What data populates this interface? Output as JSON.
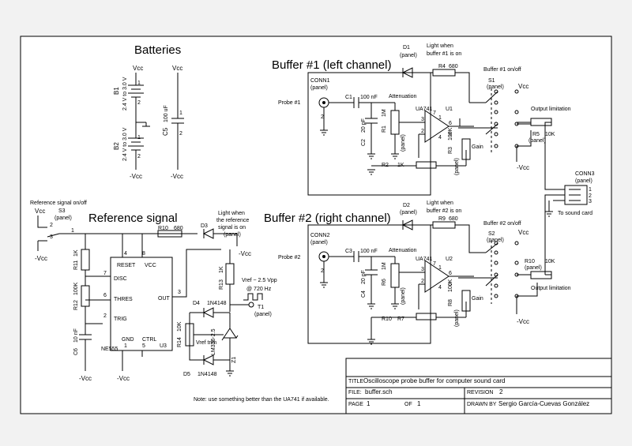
{
  "sections": {
    "batteries": "Batteries",
    "buffer1": "Buffer #1 (left channel)",
    "buffer2": "Buffer #2 (right channel)",
    "reference": "Reference signal"
  },
  "batteries": {
    "b1": "B1",
    "b1_value": "2.4 V to 3.0 V",
    "b2": "B2",
    "b2_value": "2.4 V to 3.0 V",
    "c5": "C5",
    "c5_value": "100 uF",
    "vcc": "Vcc",
    "nvcc": "-Vcc",
    "pin1": "1",
    "pin2": "2"
  },
  "buffer1": {
    "d1": "D1",
    "d1_panel": "(panel)",
    "light": "Light when",
    "light2": "buffer #1 is on",
    "r4": "R4",
    "r4_value": "680",
    "switch": "Buffer #1 on/off",
    "s1": "S1",
    "s1_panel": "(panel)",
    "conn": "CONN1",
    "conn_panel": "(panel)",
    "probe": "Probe #1",
    "c1": "C1",
    "c1_value": "100 nF",
    "attenuation": "Attenuation",
    "r1": "R1",
    "r1_value": "1M",
    "r1_panel": "(panel)",
    "c2": "C2",
    "c2_value": "20 pF",
    "opamp": "UA741",
    "u": "U1",
    "r2": "R2",
    "r2_value": "1K",
    "r3": "R3",
    "r3_value": "100K",
    "r3_panel": "(panel)",
    "gain": "Gain",
    "output_limit": "Output limitation",
    "r5": "R5",
    "r5_panel": "(panel)",
    "r5_value": "10K",
    "vcc": "Vcc",
    "nvcc": "-Vcc",
    "p1": "1",
    "p2": "2",
    "p3": "3",
    "p4": "4",
    "p5": "5",
    "p6": "6",
    "p7": "7"
  },
  "buffer2": {
    "d2": "D2",
    "d2_panel": "(panel)",
    "light": "Light when",
    "light2": "buffer #2 is on",
    "r9": "R9",
    "r9_value": "680",
    "switch": "Buffer #2 on/off",
    "s2": "S2",
    "s2_panel": "(panel)",
    "conn": "CONN2",
    "conn_panel": "(panel)",
    "probe": "Probe #2",
    "c3": "C3",
    "c3_value": "100 nF",
    "attenuation": "Attenuation",
    "r6": "R6",
    "r6_value": "1M",
    "r6_panel": "(panel)",
    "c4": "C4",
    "c4_value": "20 pF",
    "opamp": "UA741",
    "u": "U2",
    "r10": "R10",
    "r7": "R7",
    "r8": "R8",
    "r8_value": "100K",
    "r8_panel": "(panel)",
    "gain": "Gain",
    "output_limit": "Output limitation",
    "r10_panel": "R10",
    "r10_panel2": "(panel)",
    "r10_value": "10K",
    "vcc": "Vcc",
    "nvcc": "-Vcc",
    "p1": "1",
    "p2": "2",
    "p3": "3",
    "p4": "4",
    "p5": "5",
    "p6": "6",
    "p7": "7"
  },
  "conn3": {
    "name": "CONN3",
    "panel": "(panel)",
    "to": "To sound card",
    "p1": "1",
    "p2": "2",
    "p3": "3"
  },
  "reference": {
    "switch": "Reference signal on/off",
    "s3": "S3",
    "s3_panel": "(panel)",
    "vcc": "Vcc",
    "nvcc": "-Vcc",
    "r10": "R10",
    "r10_value": "680",
    "d3": "D3",
    "light": "Light when",
    "light2": "the reference",
    "light3": "signal is on",
    "light4": "(panel)",
    "r11": "R11",
    "r11_value": "1K",
    "r12": "R12",
    "r12_value": "100K",
    "c6": "C6",
    "c6_value": "10 nF",
    "reset": "RESET",
    "vccpin": "VCC",
    "disc": "DISC",
    "thres": "THRES",
    "trig": "TRIG",
    "gnd": "GND",
    "ctrl": "CTRL",
    "out": "OUT",
    "ne555": "NE555",
    "u3": "U3",
    "r13": "R13",
    "r13_value": "1K",
    "vref": "Vref ~ 2.5 Vpp",
    "freq": "@ 720 Hz",
    "t1": "T1",
    "t1_panel": "(panel)",
    "d4": "D4",
    "d4_value": "1N4148",
    "d5": "D5",
    "d5_value": "1N4148",
    "r14": "R14",
    "r14_value": "10K",
    "vtrim": "Vref trim",
    "z1": "Z1",
    "z1_value": "LM336-2.5",
    "p1": "1",
    "p2": "2",
    "p3": "3",
    "p4": "4",
    "p5": "5",
    "p6": "6",
    "p7": "7",
    "p8": "8"
  },
  "note": "Note: use something better than the UA741 if available.",
  "title_block": {
    "title_label": "TITLE",
    "title": "Oscilloscope probe buffer for computer sound card",
    "file_label": "FILE:",
    "file": "buffer.sch",
    "revision_label": "REVISION",
    "revision": "2",
    "page_label": "PAGE",
    "page": "1",
    "of_label": "OF",
    "of": "1",
    "drawn_label": "DRAWN BY",
    "drawn_by": "Sergio García-Cuevas González"
  }
}
